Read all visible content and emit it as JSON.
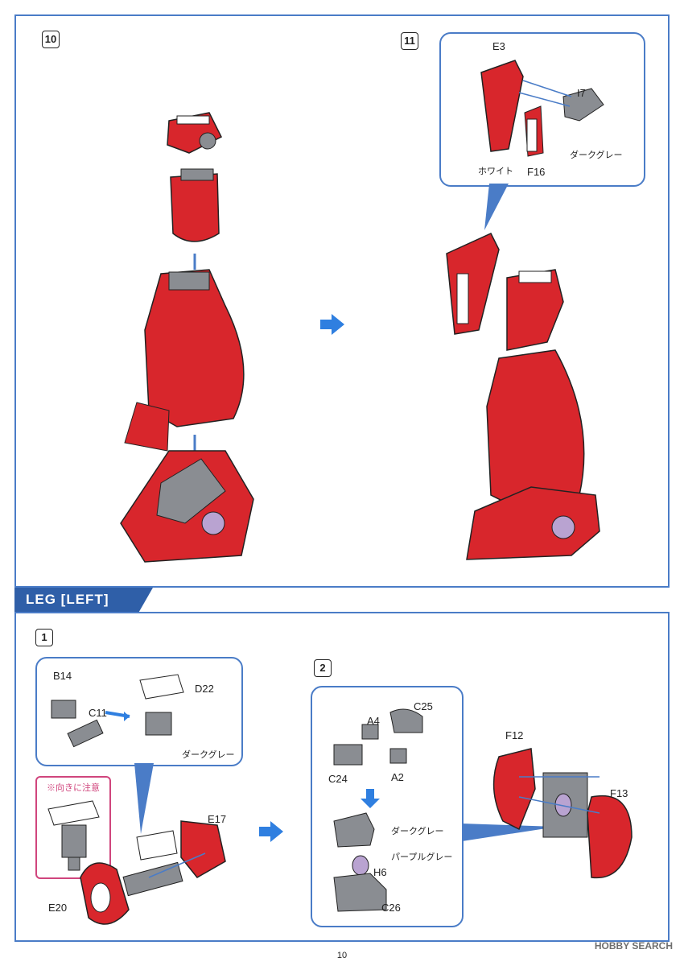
{
  "section_title": "LEG [LEFT]",
  "steps": {
    "s10": "10",
    "s11": "11",
    "s1": "1",
    "s2": "2"
  },
  "labels": {
    "e3": "E3",
    "i7": "I7",
    "f16": "F16",
    "white": "ホワイト",
    "dark_gray_11": "ダークグレー",
    "b14": "B14",
    "c11": "C11",
    "d22": "D22",
    "dark_gray_1": "ダークグレー",
    "e17": "E17",
    "e20": "E20",
    "orientation_note": "※向きに注意",
    "c25": "C25",
    "a4": "A4",
    "c24": "C24",
    "a2": "A2",
    "dark_gray_2": "ダークグレー",
    "purple_gray": "パープルグレー",
    "h6": "H6",
    "c26": "C26",
    "f12": "F12",
    "f13": "F13"
  },
  "page_number": "10",
  "watermark": "HOBBY SEARCH",
  "colors": {
    "frame": "#4a7cc7",
    "section": "#2f5fa8",
    "red": "#d8262c",
    "gray": "#8a8d92",
    "purple": "#b9a3d1",
    "notice": "#d0457d"
  }
}
